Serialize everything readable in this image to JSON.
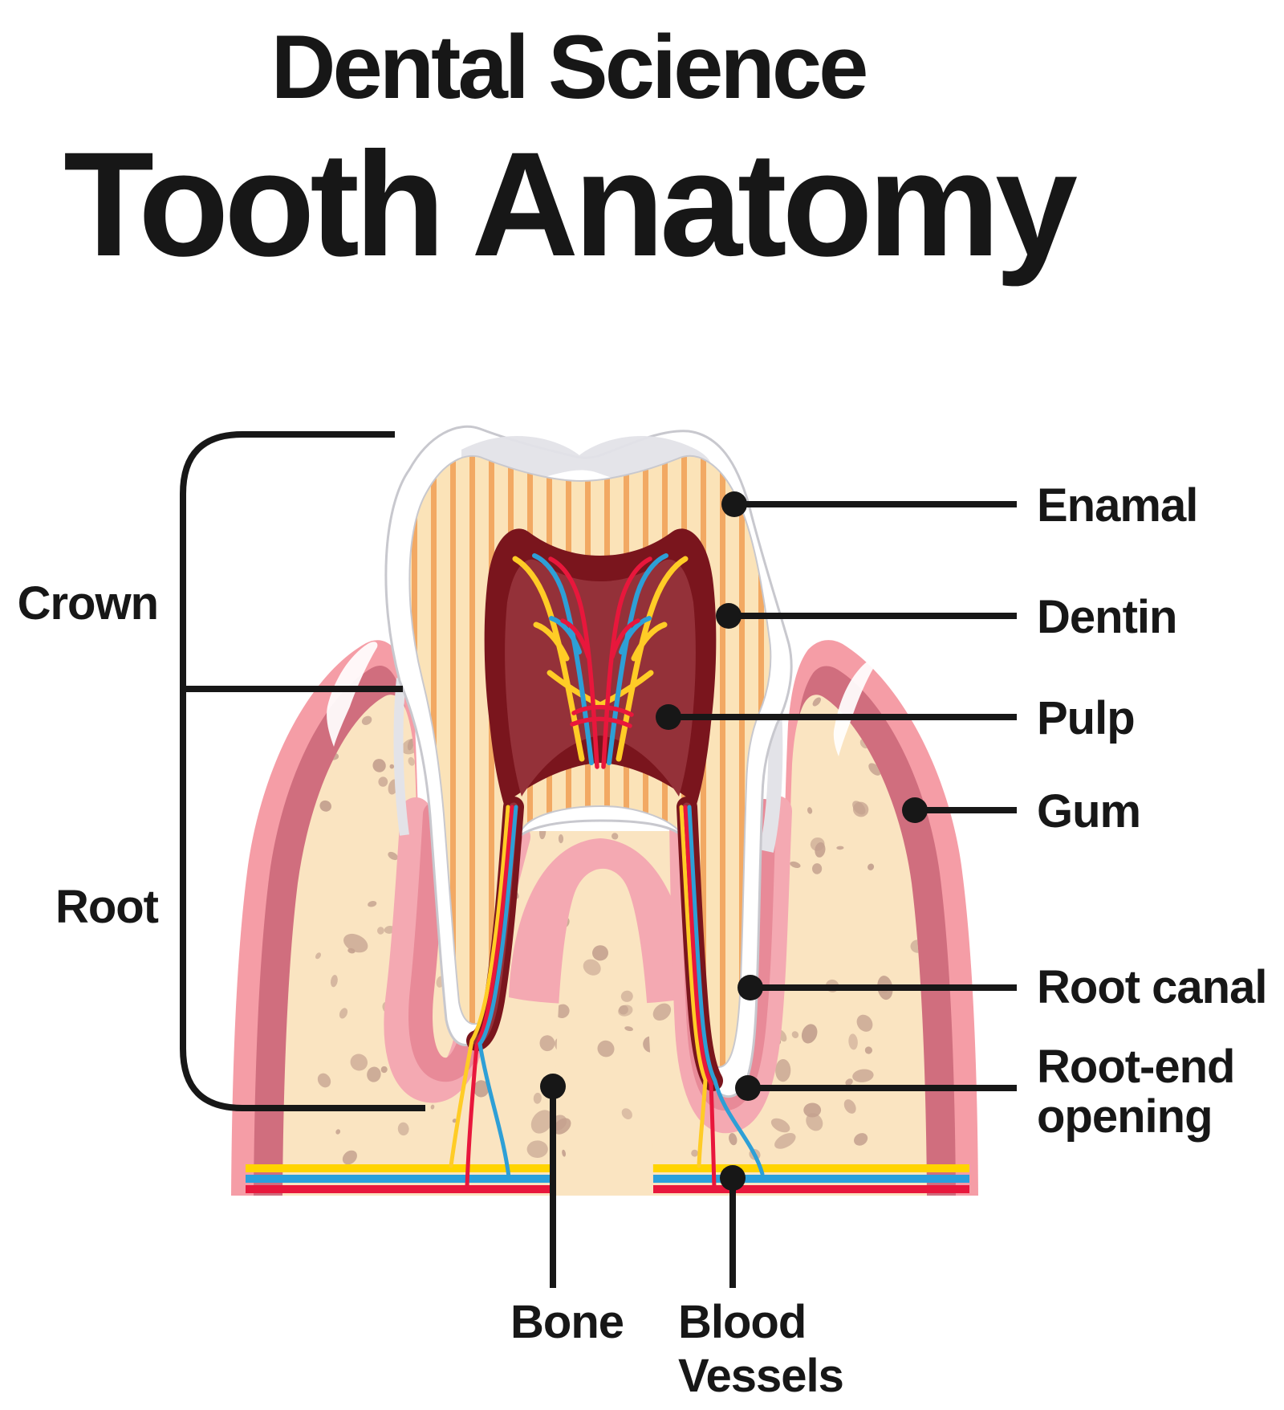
{
  "header": {
    "eyebrow": "Dental Science",
    "title": "Tooth Anatomy"
  },
  "callouts": {
    "right": [
      {
        "id": "enamel",
        "label": "Enamal"
      },
      {
        "id": "dentin",
        "label": "Dentin"
      },
      {
        "id": "pulp",
        "label": "Pulp"
      },
      {
        "id": "gum",
        "label": "Gum"
      },
      {
        "id": "root-canal",
        "label": "Root canal"
      },
      {
        "id": "root-end-opening",
        "label": "Root-end opening",
        "line1": "Root-end",
        "line2": "opening"
      }
    ],
    "bottom": [
      {
        "id": "bone",
        "label": "Bone"
      },
      {
        "id": "blood-vessels",
        "label": "Blood Vessels",
        "line1": "Blood",
        "line2": "Vessels"
      }
    ],
    "left": [
      {
        "id": "crown",
        "label": "Crown"
      },
      {
        "id": "root",
        "label": "Root"
      }
    ]
  },
  "palette": {
    "bg": "#FFFFFF",
    "ink": "#171717",
    "enamel": "#FFFFFF",
    "enamel_outline": "#C8C8CE",
    "enamel_shade": "#E3E3E8",
    "dentin": "#FBE3B8",
    "dentin_stripe": "#F2A963",
    "pulp_dark": "#7A151D",
    "pulp_light": "#943139",
    "vessel_red": "#E8173C",
    "vessel_blue": "#2E9FD6",
    "vessel_yellow": "#FFCC26",
    "gum_light": "#F59DA6",
    "gum_rose": "#D06E7E",
    "socket_light": "#F4A9B2",
    "socket_rose": "#E88A98",
    "bone": "#FAE4C1",
    "bone_speckle": "#C4A18F",
    "stripe_yellow": "#FFD400",
    "stripe_blue": "#2AA0DC",
    "stripe_red": "#E8173C"
  }
}
